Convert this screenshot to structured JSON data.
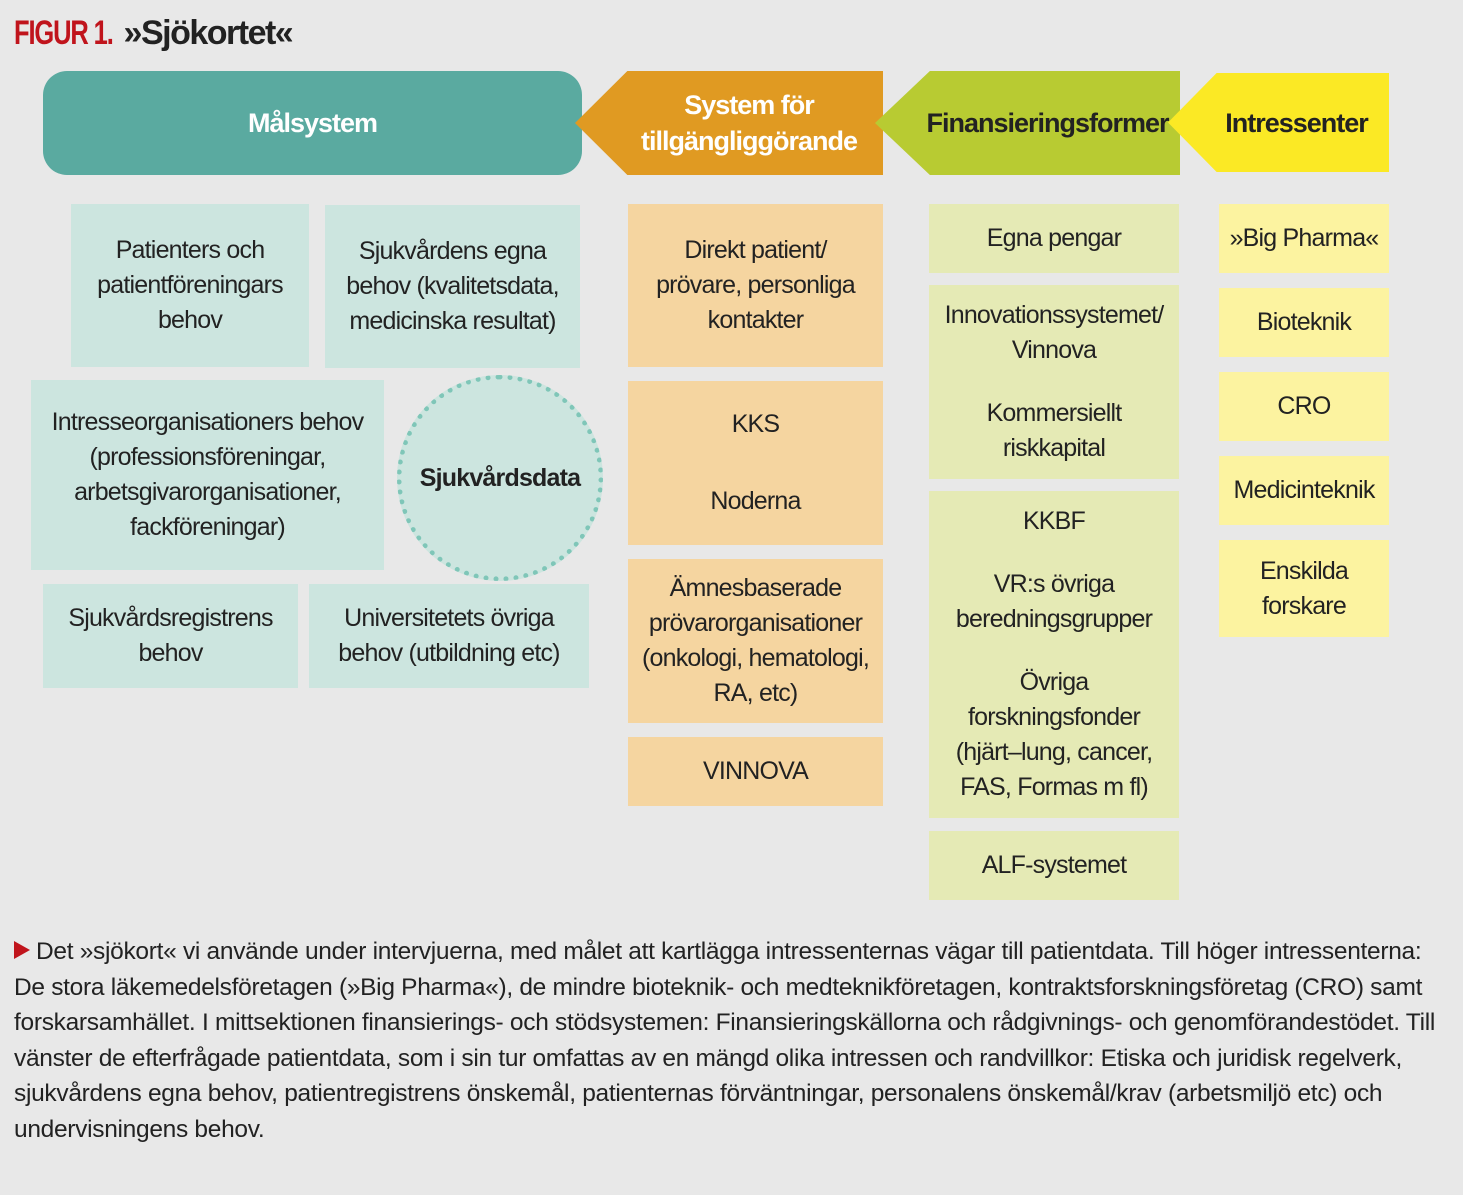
{
  "title": {
    "figure": "FIGUR 1.",
    "name": "»Sjökortet«"
  },
  "headers": [
    "Målsystem",
    "System för tillgängliggörande",
    "Finansieringsformer",
    "Intressenter"
  ],
  "malsystem": {
    "box1": "Patienters och patientföreningars behov",
    "box2": "Sjukvårdens egna behov (kvalitetsdata, medicinska resultat)",
    "box3": "Intresseorganisationers behov (professionsföreningar, arbetsgivarorganisationer, fackföreningar)",
    "circle": "Sjukvårdsdata",
    "box4": "Sjukvårdsregistrens behov",
    "box5": "Universitetets övriga behov (utbildning etc)"
  },
  "system": {
    "box1": "Direkt patient/ prövare, personliga kontakter",
    "box2a": "KKS",
    "box2b": "Noderna",
    "box3": "Ämnesbaserade prövarorganisationer (onkologi, hematologi, RA, etc)",
    "box4": "VINNOVA"
  },
  "finans": {
    "box1": "Egna pengar",
    "box2a": "Innovationssystemet/ Vinnova",
    "box2b": "Kommersiellt riskkapital",
    "box3a": "KKBF",
    "box3b": "VR:s övriga beredningsgrupper",
    "box3c": "Övriga forskningsfonder (hjärt–lung, cancer, FAS, Formas m fl)",
    "box4": "ALF-systemet"
  },
  "intressenter": [
    "»Big Pharma«",
    "Bioteknik",
    "CRO",
    "Medicinteknik",
    "Enskilda forskare"
  ],
  "caption": "Det »sjökort« vi använde under intervjuerna, med målet att kartlägga intressenternas vägar till patientdata. Till höger intressenterna: De stora läkemedelsföretagen (»Big Pharma«), de mindre bioteknik- och medteknikföretagen, kontraktsforskningsföretag (CRO) samt forskarsamhället. I mittsektionen finansierings- och stödsystemen: Finansieringskällorna och rådgivnings- och genomförandestödet. Till vänster de efterfrågade patientdata, som i sin tur omfattas av en mängd olika intressen och randvillkor: Etiska och juridisk regelverk, sjukvårdens egna behov, patientregistrens önskemål, patienternas förväntningar, personalens önskemål/krav (arbetsmiljö etc) och undervisningens behov.",
  "colors": {
    "teal": "#5aaaa0",
    "orange": "#e09a22",
    "green": "#b8cb32",
    "yellow": "#fbe925",
    "red": "#c0141c"
  }
}
